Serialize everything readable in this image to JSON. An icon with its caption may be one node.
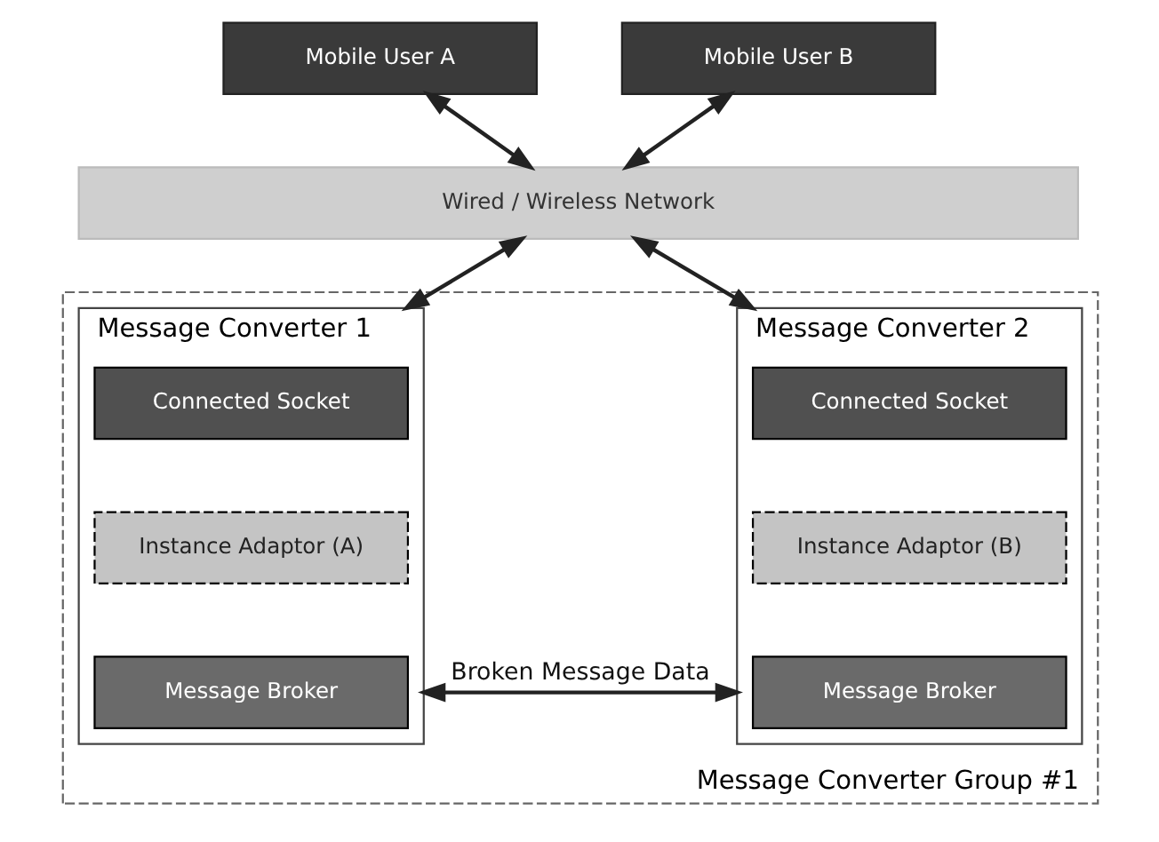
{
  "diagram": {
    "nodes": [
      {
        "text": [
          "Mobile User A"
        ]
      },
      {
        "text": [
          "Mobile User B"
        ]
      },
      {
        "text": [
          "Wired / Wireless Network"
        ]
      },
      {
        "text": [
          "Message Converter Group #1"
        ]
      },
      {
        "text": [
          "Message Converter 1"
        ],
        "in": 3
      },
      {
        "text": [
          "Connected Socket"
        ],
        "in": 4
      },
      {
        "text": [
          "Instance Adaptor (A)"
        ],
        "in": 4
      },
      {
        "text": [
          "Message Broker"
        ],
        "in": 4
      },
      {
        "text": [
          "Message Converter 2"
        ],
        "in": 3
      },
      {
        "text": [
          "Connected Socket"
        ],
        "in": 8
      },
      {
        "text": [
          "Instance Adaptor (B)"
        ],
        "in": 8
      },
      {
        "text": [
          "Message Broker"
        ],
        "in": 8
      }
    ],
    "edges": [
      {
        "from": 0,
        "to": 2,
        "arrow": "both"
      },
      {
        "from": 1,
        "to": 2,
        "arrow": "both"
      },
      {
        "from": 2,
        "to": 4,
        "arrow": "both"
      },
      {
        "from": 2,
        "to": 8,
        "arrow": "both"
      },
      {
        "from": 4,
        "to": 8,
        "arrow": "both",
        "label": "Broken Message Data"
      }
    ]
  }
}
